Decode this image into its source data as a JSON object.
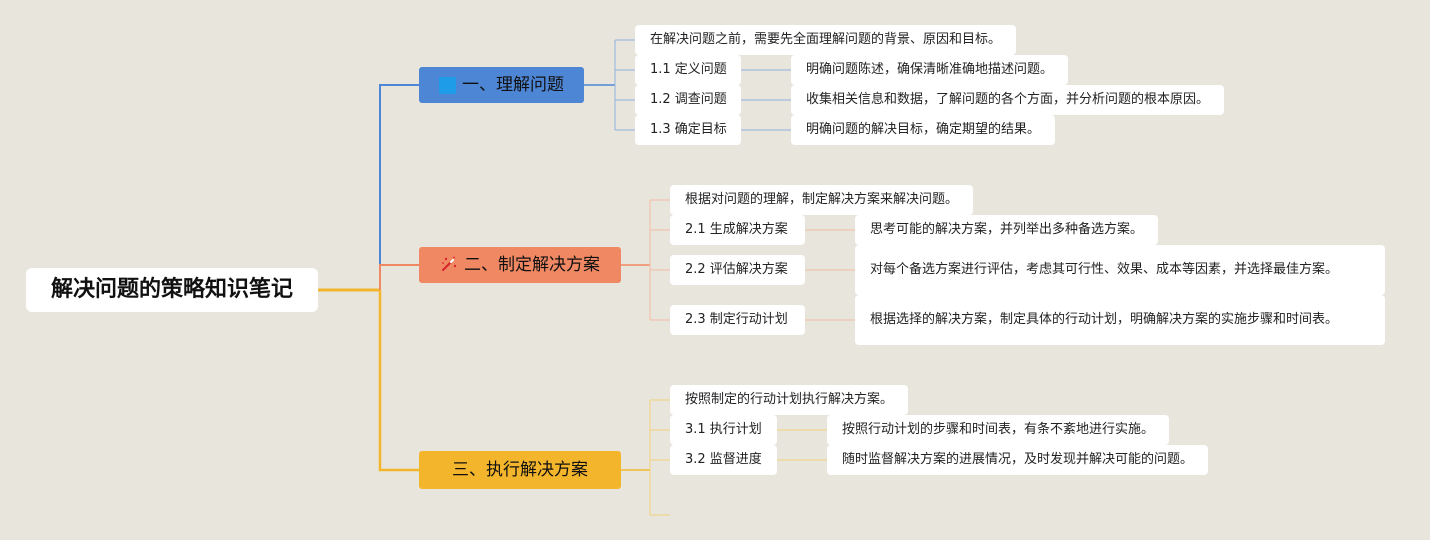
{
  "root": {
    "title": "解决问题的策略知识笔记"
  },
  "colors": {
    "background": "#e8e6dc",
    "branch1": "#4e86d6",
    "branch2": "#f08863",
    "branch3": "#f3b52b",
    "root_link": "#f3b52b"
  },
  "branches": [
    {
      "title": "一、理解问题",
      "icon": "blue-square-icon",
      "intro": "在解决问题之前，需要先全面理解问题的背景、原因和目标。",
      "items": [
        {
          "label": "1.1 定义问题",
          "desc": "明确问题陈述，确保清晰准确地描述问题。"
        },
        {
          "label": "1.2 调查问题",
          "desc": "收集相关信息和数据，了解问题的各个方面，并分析问题的根本原因。"
        },
        {
          "label": "1.3 确定目标",
          "desc": "明确问题的解决目标，确定期望的结果。"
        }
      ]
    },
    {
      "title": "二、制定解决方案",
      "icon": "magic-wand-icon",
      "intro": "根据对问题的理解，制定解决方案来解决问题。",
      "items": [
        {
          "label": "2.1 生成解决方案",
          "desc": "思考可能的解决方案，并列举出多种备选方案。"
        },
        {
          "label": "2.2 评估解决方案",
          "desc": "对每个备选方案进行评估，考虑其可行性、效果、成本等因素，并选择最佳方案。"
        },
        {
          "label": "2.3 制定行动计划",
          "desc": "根据选择的解决方案，制定具体的行动计划，明确解决方案的实施步骤和时间表。"
        }
      ]
    },
    {
      "title": "三、执行解决方案",
      "icon": "",
      "intro": "按照制定的行动计划执行解决方案。",
      "items": [
        {
          "label": "3.1 执行计划",
          "desc": "按照行动计划的步骤和时间表，有条不紊地进行实施。"
        },
        {
          "label": "3.2 监督进度",
          "desc": "随时监督解决方案的进展情况，及时发现并解决可能的问题。"
        }
      ]
    }
  ]
}
